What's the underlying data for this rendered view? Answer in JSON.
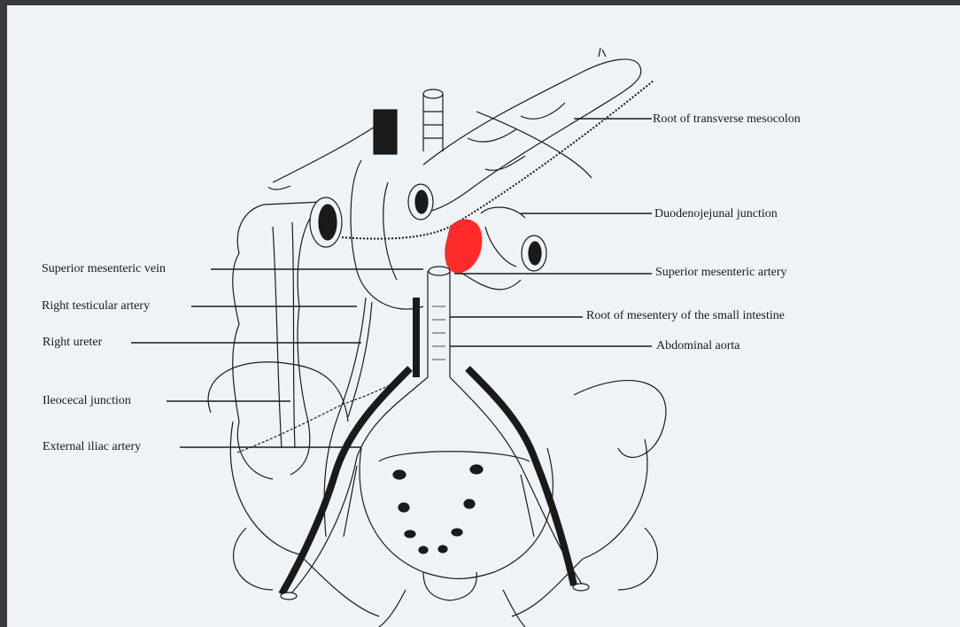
{
  "labels": {
    "root_transverse_mesocolon": "Root of transverse mesocolon",
    "duodenojejunal_junction": "Duodenojejunal junction",
    "superior_mesenteric_vein": "Superior mesenteric vein",
    "superior_mesenteric_artery": "Superior mesenteric artery",
    "right_testicular_artery": "Right testicular artery",
    "root_mesentery_small_intestine": "Root of mesentery of the small intestine",
    "right_ureter": "Right ureter",
    "abdominal_aorta": "Abdominal aorta",
    "ileocecal_junction": "Ileocecal junction",
    "external_iliac_artery": "External iliac artery"
  },
  "colors": {
    "background": "#eef3f8",
    "frame": "#3a3a3c",
    "ink": "#1a1a1a",
    "highlight": "#ff2a2a"
  }
}
